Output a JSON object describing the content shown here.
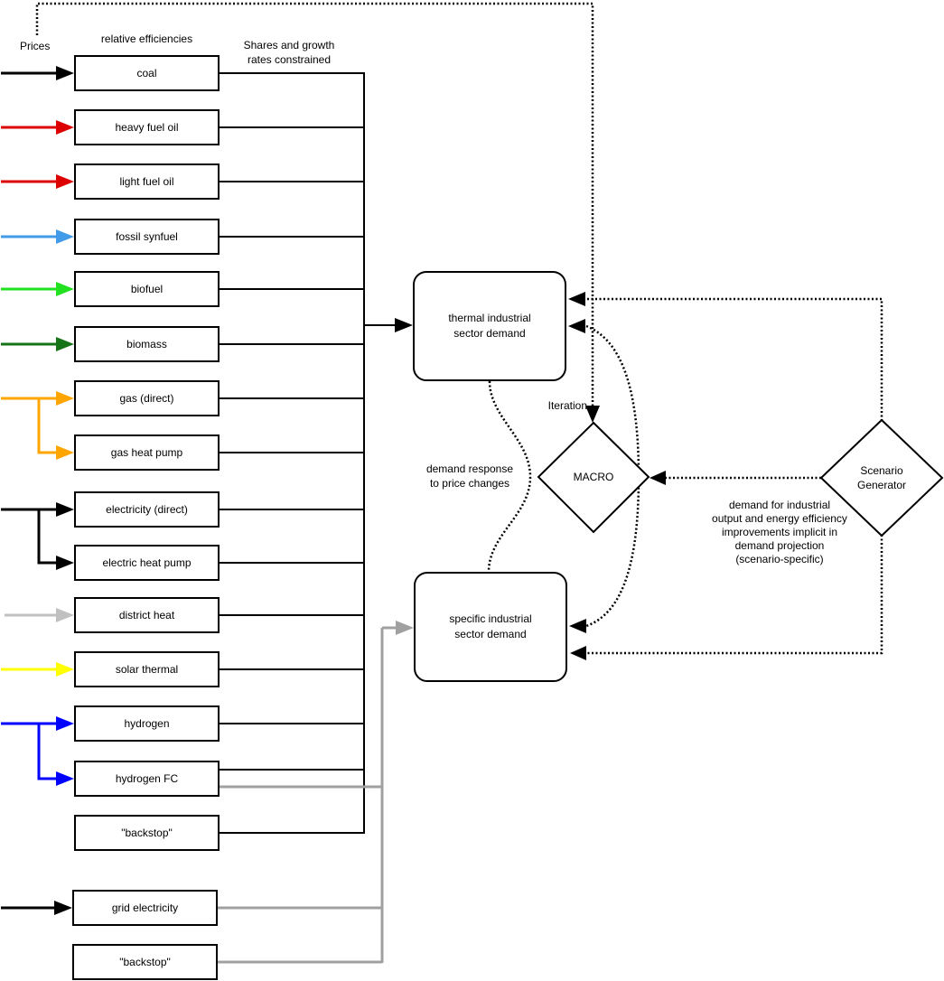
{
  "labels": {
    "prices": "Prices",
    "relative_efficiencies": "relative efficiencies",
    "shares_constraint": "Shares and growth\nrates constrained",
    "iteration": "Iteration",
    "demand_response": "demand response\nto price changes",
    "scenario_note": "demand for industrial\noutput and energy efficiency\nimprovements implicit in\ndemand projection\n(scenario-specific)"
  },
  "nodes": {
    "thermal_demand": "thermal industrial\nsector demand",
    "specific_demand": "specific industrial\nsector demand",
    "macro": "MACRO",
    "scenario_generator": "Scenario\nGenerator"
  },
  "fuels": [
    {
      "label": "coal",
      "arrow_color": "#000000"
    },
    {
      "label": "heavy fuel oil",
      "arrow_color": "#dd0000"
    },
    {
      "label": "light fuel oil",
      "arrow_color": "#dd0000"
    },
    {
      "label": "fossil synfuel",
      "arrow_color": "#429be8"
    },
    {
      "label": "biofuel",
      "arrow_color": "#21e121"
    },
    {
      "label": "biomass",
      "arrow_color": "#177317"
    },
    {
      "label": "gas (direct)",
      "arrow_color": "#ffa500"
    },
    {
      "label": "gas heat pump",
      "arrow_color": "#ffa500"
    },
    {
      "label": "electricity (direct)",
      "arrow_color": "#000000"
    },
    {
      "label": "electric heat pump",
      "arrow_color": "#000000"
    },
    {
      "label": "district heat",
      "arrow_color": "#c0c0c0"
    },
    {
      "label": "solar thermal",
      "arrow_color": "#ffff00"
    },
    {
      "label": "hydrogen",
      "arrow_color": "#0000ff"
    },
    {
      "label": "hydrogen FC",
      "arrow_color": "#0000ff"
    },
    {
      "label": "\"backstop\"",
      "arrow_color": null
    },
    {
      "label": "grid electricity",
      "arrow_color": "#000000"
    },
    {
      "label": "\"backstop\"",
      "arrow_color": null
    }
  ],
  "colors": {
    "solid_line": "#000000",
    "specific_link": "#a0a0a0",
    "dotted_line": "#000000"
  }
}
